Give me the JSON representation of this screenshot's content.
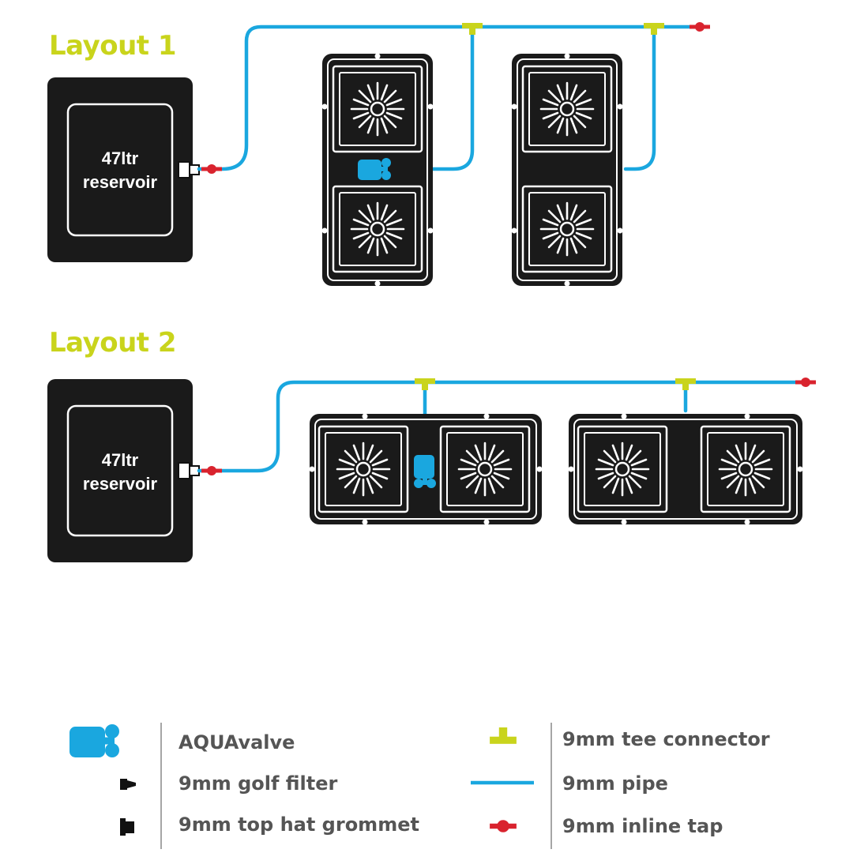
{
  "layouts": [
    {
      "title": "Layout 1",
      "reservoir_label_line1": "47ltr",
      "reservoir_label_line2": "reservoir"
    },
    {
      "title": "Layout 2",
      "reservoir_label_line1": "47ltr",
      "reservoir_label_line2": "reservoir"
    }
  ],
  "legend": {
    "aquavalve": "AQUAvalve",
    "golf_filter": "9mm golf filter",
    "grommet": "9mm top hat grommet",
    "tee_connector": "9mm tee connector",
    "pipe": "9mm pipe",
    "inline_tap": "9mm inline tap"
  },
  "colors": {
    "pipe": "#1aa7df",
    "tee": "#c9d41c",
    "tap": "#d9232e",
    "tray": "#1a1a1a",
    "title": "#c9d41c",
    "legend_text": "#555555"
  }
}
